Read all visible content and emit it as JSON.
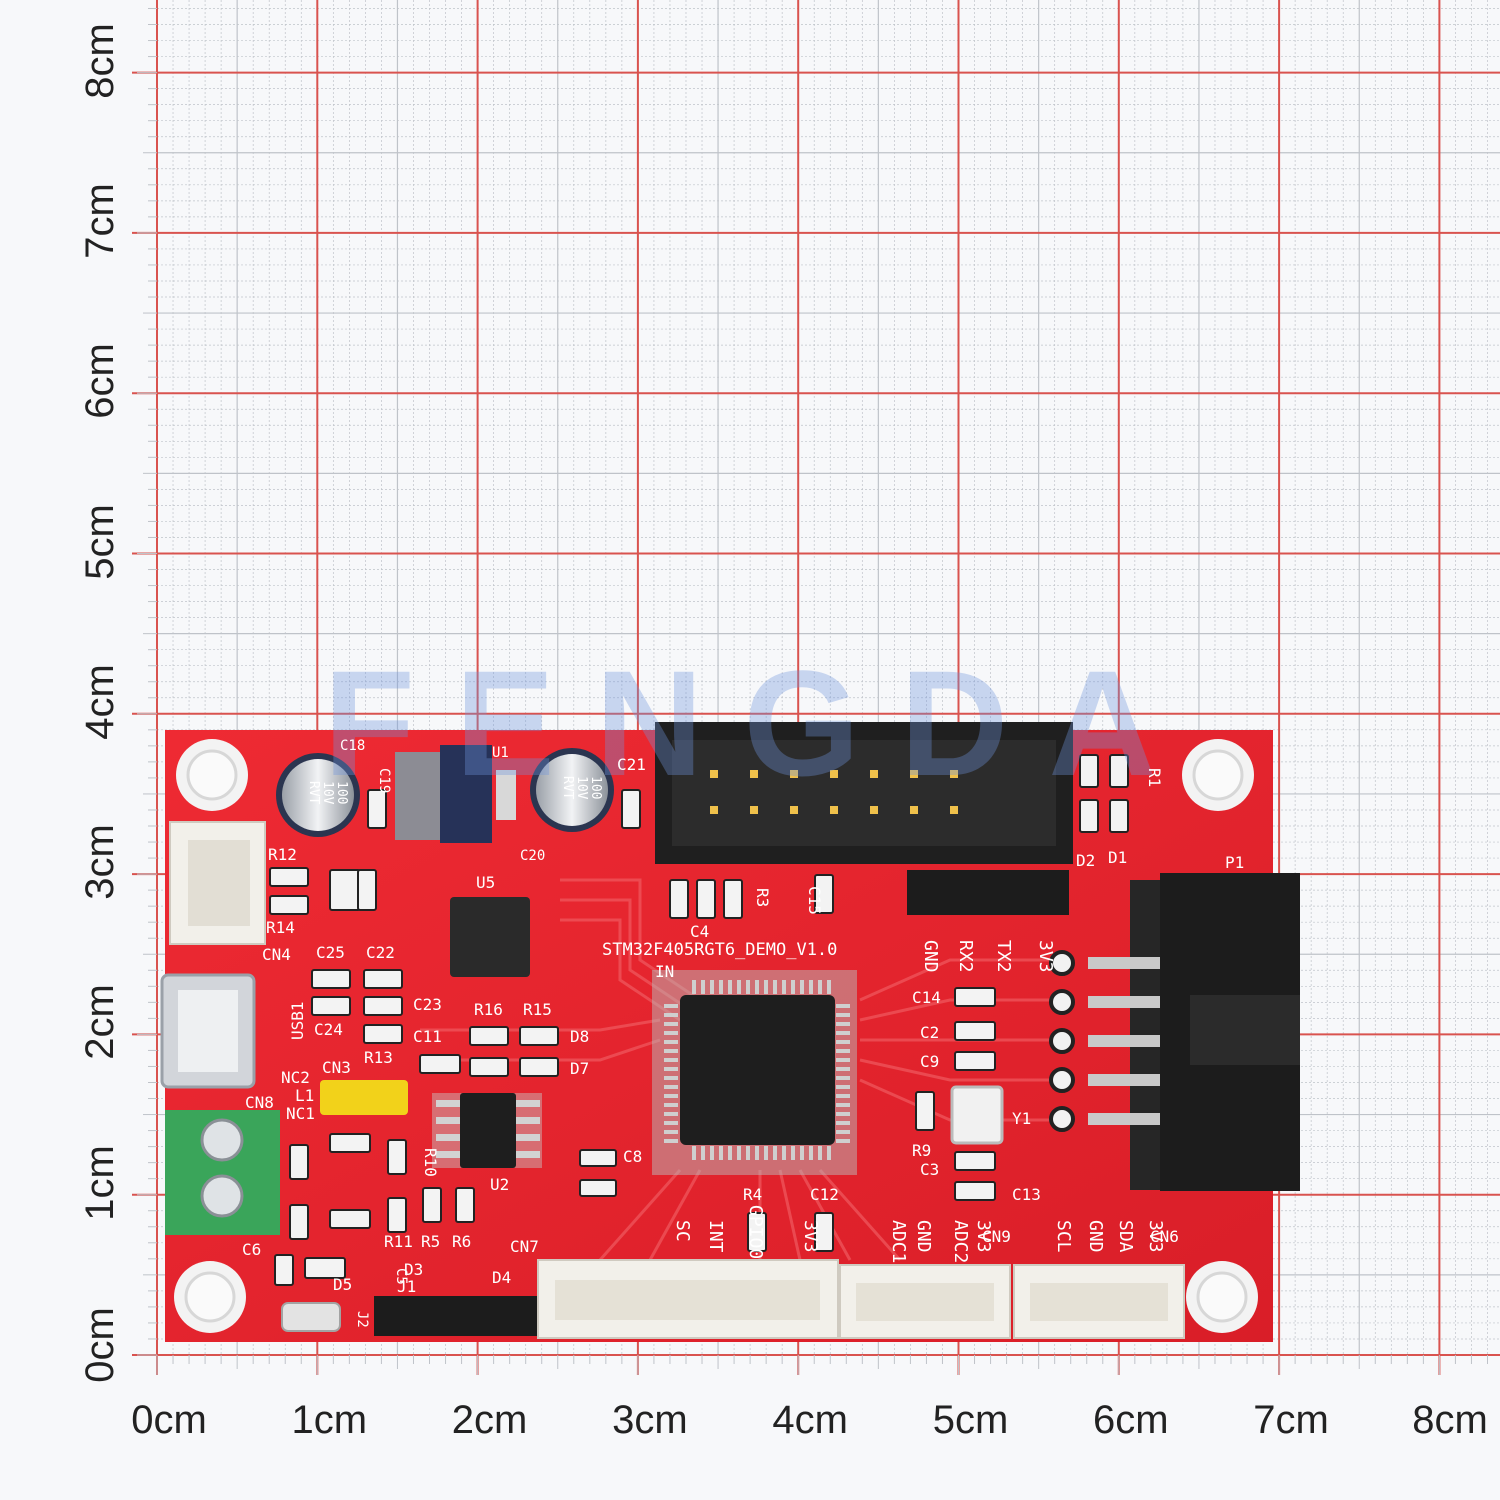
{
  "x_axis_labels": [
    "0cm",
    "1cm",
    "2cm",
    "3cm",
    "4cm",
    "5cm",
    "6cm",
    "7cm",
    "8cm"
  ],
  "y_axis_labels": [
    "0cm",
    "1cm",
    "2cm",
    "3cm",
    "4cm",
    "5cm",
    "6cm",
    "7cm",
    "8cm"
  ],
  "colors": {
    "background": "#f7f8fa",
    "grid_major": "#d9534f",
    "grid_minor": "#bfc3c9",
    "pcb": "#e8232e",
    "connector_white": "#f2f0ea",
    "terminal_green": "#3aa55a",
    "chip_black": "#1e1e1e",
    "watermark_blue": "#6f95dd"
  },
  "watermark": "FENGDA",
  "board": {
    "board_name": "STM32F405RGT6_DEMO_V1.0",
    "silk": {
      "cap_c19": "100\n10V\nRVT",
      "cap_c20": "100\n10V\nRVT",
      "lbl_r12": "R12",
      "lbl_r14": "R14",
      "lbl_cn4": "CN4",
      "lbl_c25": "C25",
      "lbl_c22": "C22",
      "lbl_c23": "C23",
      "lbl_c24": "C24",
      "lbl_c11": "C11",
      "lbl_r13": "R13",
      "lbl_r16": "R16",
      "lbl_r15": "R15",
      "lbl_usb1": "USB1",
      "lbl_cn3": "CN3",
      "lbl_nc2": "NC2",
      "lbl_l1": "L1",
      "lbl_nc1": "NC1",
      "lbl_cn8": "CN8",
      "lbl_u5": "U5",
      "lbl_u2": "U2",
      "lbl_c21": "C21",
      "lbl_c4": "C4",
      "lbl_r3": "R3",
      "lbl_c15": "C15",
      "lbl_in": "IN",
      "lbl_gnd": "GND",
      "lbl_rx2": "RX2",
      "lbl_tx2": "TX2",
      "lbl_3v3": "3V3",
      "lbl_c14": "C14",
      "lbl_c2": "C2",
      "lbl_c9": "C9",
      "lbl_y1": "Y1",
      "lbl_r9": "R9",
      "lbl_c3": "C3",
      "lbl_c13": "C13",
      "lbl_c12": "C12",
      "lbl_r4": "R4",
      "lbl_adc1": "ADC1",
      "lbl_gnd2": "GND",
      "lbl_adc2": "ADC2",
      "lbl_3v3b": "3V3",
      "lbl_cn9": "CN9",
      "lbl_scl": "SCL",
      "lbl_gnd3": "GND",
      "lbl_sda": "SDA",
      "lbl_3v3c": "3V3",
      "lbl_cn6": "CN6",
      "lbl_gpio0": "GPIO0",
      "lbl_int": "INT",
      "lbl_3v3d": "3V3",
      "lbl_sc": "SC",
      "lbl_cn7": "CN7",
      "lbl_p1": "P1",
      "lbl_r1": "R1",
      "lbl_d2": "D2",
      "lbl_d1": "D1",
      "lbl_c8": "C8",
      "lbl_r10": "R10",
      "lbl_r11": "R11",
      "lbl_r5": "R5",
      "lbl_r6": "R6",
      "lbl_c6": "C6",
      "lbl_d5": "D5",
      "lbl_d3": "D3",
      "lbl_d4": "D4",
      "lbl_j1": "J1",
      "lbl_j2": "J2",
      "lbl_c5": "C5",
      "lbl_d8": "D8",
      "lbl_d7": "D7",
      "lbl_u1": "U1",
      "lbl_c18": "C18",
      "lbl_c19": "C19",
      "lbl_c20": "C20"
    }
  }
}
